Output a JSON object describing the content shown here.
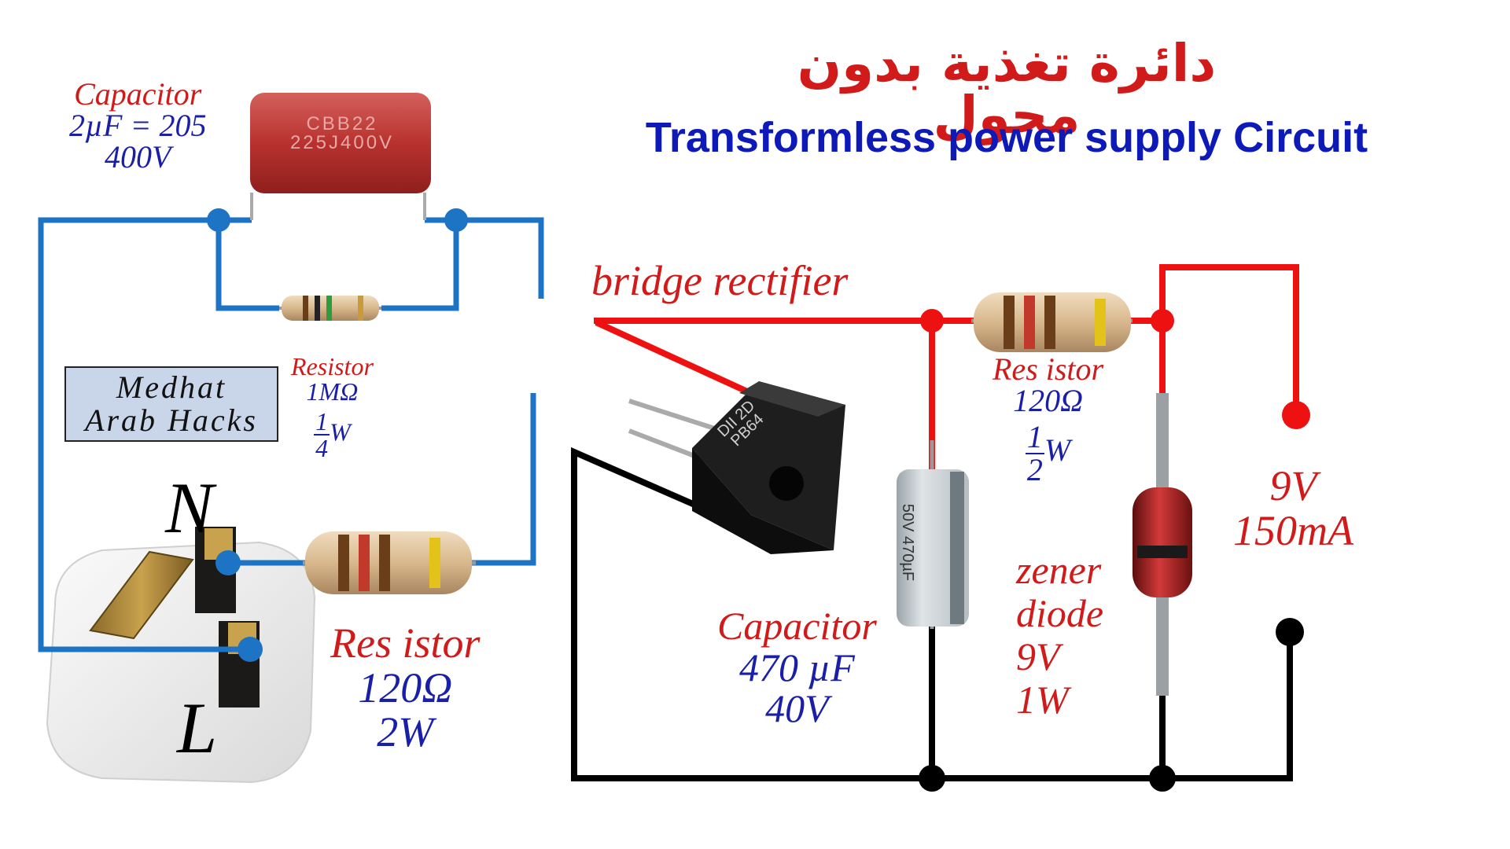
{
  "title_arabic": "دائرة تغذية بدون محول",
  "title_english": "Transformless power supply Circuit",
  "watermark": {
    "line1": "Medhat",
    "line2": "Arab Hacks"
  },
  "capacitor_top": {
    "label": "Capacitor",
    "value": "2µF = 205",
    "voltage": "400V",
    "print_line1": "CBB22",
    "print_line2": "225J400V"
  },
  "resistor_1m": {
    "label": "Resistor",
    "value": "1MΩ",
    "watt_num": "1",
    "watt_den": "4",
    "watt_unit": "W"
  },
  "resistor_input": {
    "label": "Res istor",
    "value": "120Ω",
    "watt": "2W"
  },
  "resistor_output": {
    "label": "Res istor",
    "value": "120Ω",
    "watt_num": "1",
    "watt_den": "2",
    "watt_unit": "W"
  },
  "bridge": {
    "label": "bridge rectifier",
    "print_line1": "DII 2D",
    "print_line2": "PB64"
  },
  "capacitor_filter": {
    "label": "Capacitor",
    "value": "470 µF",
    "voltage": "40V",
    "print": "50V 470µF"
  },
  "zener": {
    "line1": "zener",
    "line2": "diode",
    "line3": "9V",
    "line4": "1W"
  },
  "output": {
    "voltage": "9V",
    "current": "150mA"
  },
  "plug": {
    "neutral": "N",
    "live": "L"
  },
  "colors": {
    "wire_blue": "#1d74c4",
    "wire_red": "#ee1111",
    "wire_black": "#000000",
    "label_red": "#d11a1a",
    "label_blue": "#1a1fa8"
  }
}
